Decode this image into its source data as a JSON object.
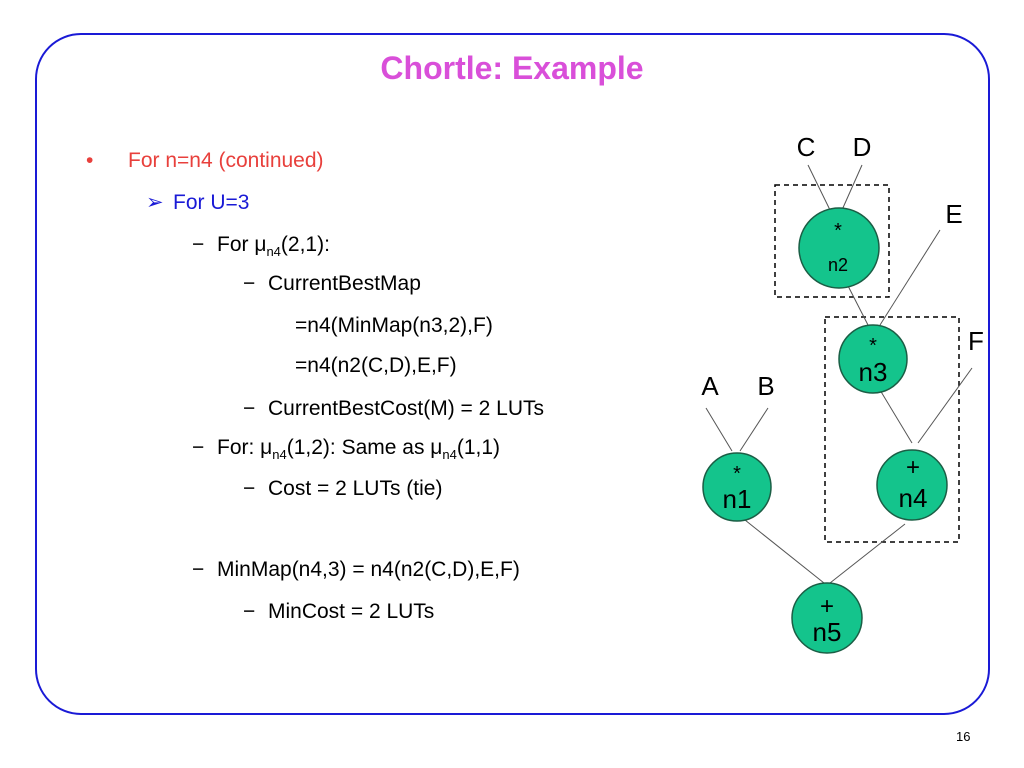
{
  "slide": {
    "title": "Chortle: Example",
    "page_number": "16",
    "lines": [
      {
        "marker": "•",
        "text": "For n=n4 (continued)"
      },
      {
        "marker": "➢",
        "text": "For U=3"
      },
      {
        "marker": "−",
        "pre": "For μ",
        "sub": "n4",
        "post": "(2,1):"
      },
      {
        "marker": "−",
        "text": "CurrentBestMap"
      },
      {
        "text": "=n4(MinMap(n3,2),F)"
      },
      {
        "text": "=n4(n2(C,D),E,F)"
      },
      {
        "marker": "−",
        "text": "CurrentBestCost(M) = 2 LUTs"
      },
      {
        "marker": "−",
        "pre": "For: μ",
        "sub": "n4",
        "mid": "(1,2): Same as μ",
        "sub2": "n4",
        "post": "(1,1)"
      },
      {
        "marker": "−",
        "text": "Cost = 2 LUTs (tie)"
      },
      {
        "marker": "−",
        "text": "MinMap(n4,3) = n4(n2(C,D),E,F)"
      },
      {
        "marker": "−",
        "text": "MinCost = 2 LUTs"
      }
    ]
  },
  "diagram": {
    "inputs": [
      "C",
      "D",
      "E",
      "F",
      "A",
      "B"
    ],
    "nodes": [
      {
        "name": "n2",
        "op": "*"
      },
      {
        "name": "n3",
        "op": "*"
      },
      {
        "name": "n1",
        "op": "*"
      },
      {
        "name": "n4",
        "op": "+"
      },
      {
        "name": "n5",
        "op": "+"
      }
    ],
    "colors": {
      "node_fill": "#14c48c",
      "node_stroke": "#1b5e45",
      "edge": "#555555",
      "box": "#000000"
    }
  }
}
